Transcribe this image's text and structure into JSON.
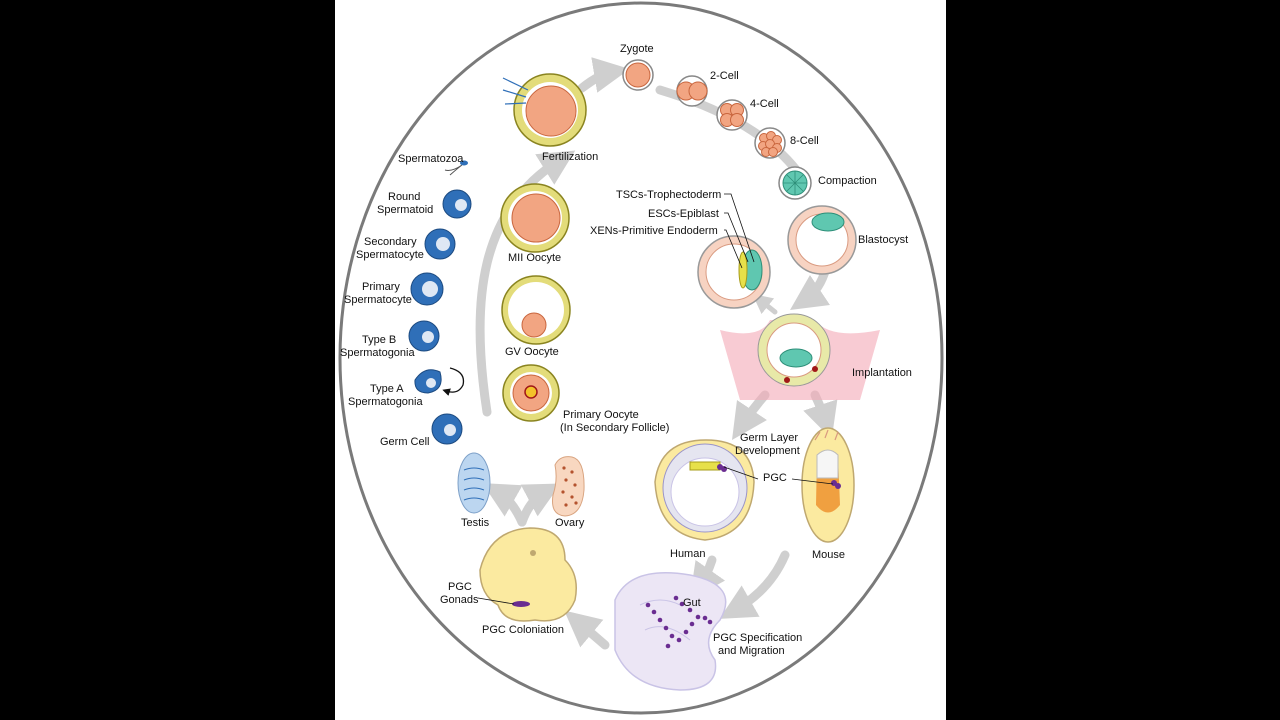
{
  "colors": {
    "outer_background": "#000000",
    "panel_background": "#ffffff",
    "outline": "#7a7a7a",
    "flow_arrow": "#cfcfcf",
    "oocyte": "#f2a582",
    "follicle": "#e3dc7a",
    "spermatogonia": "#2f6fb8",
    "inner_mass": "#5fc7b0",
    "pgc": "#6a2d91",
    "embryo": "#fbeaa0",
    "yolk": "#f0a040",
    "uterus": "#f4a9b5",
    "testis": "#bcd6f0",
    "ovary": "#f8d7c0",
    "human_embryo_tissue": "#c9c3e6"
  },
  "labels": {
    "zygote": "Zygote",
    "two_cell": "2-Cell",
    "four_cell": "4-Cell",
    "eight_cell": "8-Cell",
    "compaction": "Compaction",
    "blastocyst": "Blastocyst",
    "tscs": "TSCs-Trophectoderm",
    "escs": "ESCs-Epiblast",
    "xens": "XENs-Primitive Endoderm",
    "fertilization": "Fertilization",
    "spermatozoa": "Spermatozoa",
    "round_spermatoid_1": "Round",
    "round_spermatoid_2": "Spermatoid",
    "secondary_spermatocyte_1": "Secondary",
    "secondary_spermatocyte_2": "Spermatocyte",
    "primary_spermatocyte_1": "Primary",
    "primary_spermatocyte_2": "Spermatocyte",
    "type_b_1": "Type B",
    "type_b_2": "Spermatogonia",
    "type_a_1": "Type A",
    "type_a_2": "Spermatogonia",
    "germ_cell": "Germ Cell",
    "mii_oocyte": "MII Oocyte",
    "gv_oocyte": "GV Oocyte",
    "primary_oocyte_1": "Primary Oocyte",
    "primary_oocyte_2": "(In Secondary Follicle)",
    "implantation": "Implantation",
    "germ_layer_1": "Germ Layer",
    "germ_layer_2": "Development",
    "pgc": "PGC",
    "human": "Human",
    "mouse": "Mouse",
    "testis": "Testis",
    "ovary": "Ovary",
    "pgc_gonads_1": "PGC",
    "pgc_gonads_2": "Gonads",
    "pgc_colonization": "PGC Coloniation",
    "gut": "Gut",
    "pgc_spec_1": "PGC Specification",
    "pgc_spec_2": "and Migration"
  }
}
